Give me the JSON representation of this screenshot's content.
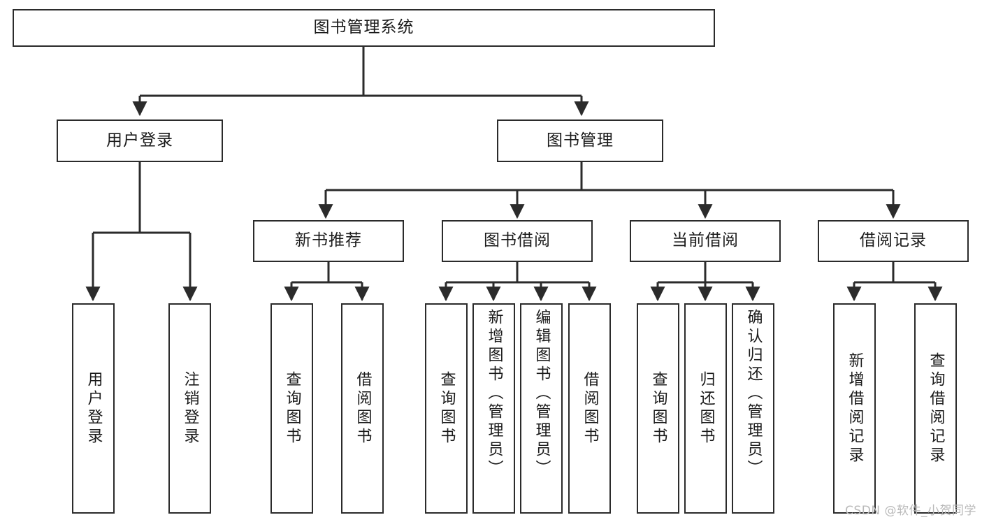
{
  "diagram": {
    "title": "图书管理系统",
    "type": "hierarchy-tree",
    "line_color": "#2b2b2b",
    "box_fill": "#ffffff",
    "text_color": "#1a1a1a",
    "root": {
      "label": "图书管理系统"
    },
    "level2": [
      {
        "label": "用户登录"
      },
      {
        "label": "图书管理"
      }
    ],
    "level3": [
      {
        "label": "新书推荐"
      },
      {
        "label": "图书借阅"
      },
      {
        "label": "当前借阅"
      },
      {
        "label": "借阅记录"
      }
    ],
    "leaves": {
      "user_login": [
        {
          "label": "用户登录"
        },
        {
          "label": "注销登录"
        }
      ],
      "new_book": [
        {
          "label": "查询图书"
        },
        {
          "label": "借阅图书"
        }
      ],
      "book_borrow": [
        {
          "label": "查询图书"
        },
        {
          "label": "新增图书（管理员）"
        },
        {
          "label": "编辑图书（管理员）"
        },
        {
          "label": "借阅图书"
        }
      ],
      "current_borrow": [
        {
          "label": "查询图书"
        },
        {
          "label": "归还图书"
        },
        {
          "label": "确认归还（管理员）"
        }
      ],
      "borrow_record": [
        {
          "label": "新增借阅记录"
        },
        {
          "label": "查询借阅记录"
        }
      ]
    }
  },
  "watermark": {
    "text": "CSDN @软件_小贺同学",
    "color": "#b9b9b9"
  }
}
